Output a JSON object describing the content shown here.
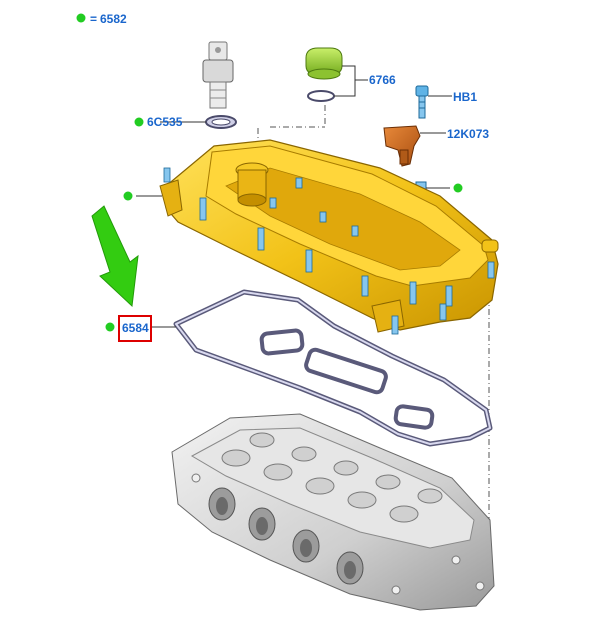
{
  "legend": {
    "symbol": "=",
    "code": "6582"
  },
  "labels": {
    "vct_solenoid_seal": "6C535",
    "oil_filler_cap": "6766",
    "bolt": "HB1",
    "cam_sensor": "12K073",
    "valve_cover_gasket": "6584"
  },
  "colors": {
    "callout_dot": "#22cc22",
    "label_text": "#1a66cc",
    "highlight_box": "#dd0000",
    "arrow": "#33cc11",
    "cover": "#f2c218"
  }
}
